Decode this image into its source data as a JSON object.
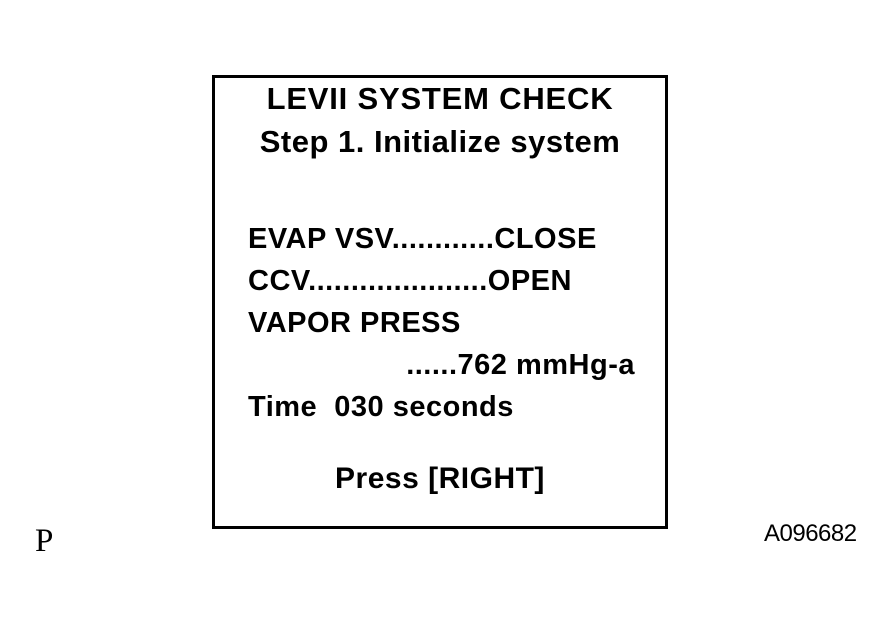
{
  "colors": {
    "text": "#000000",
    "background": "#ffffff",
    "screen_border": "#000000"
  },
  "figure": {
    "page_label": "P",
    "figure_code": "A096682"
  },
  "tester_screen": {
    "title": "LEVII SYSTEM CHECK",
    "step_line": "Step 1. Initialize system",
    "readouts": [
      {
        "label": "EVAP VSV",
        "value": "CLOSE",
        "text": "EVAP VSV............CLOSE"
      },
      {
        "label": "CCV",
        "value": "OPEN",
        "text": "CCV.....................OPEN"
      },
      {
        "label": "VAPOR PRESS",
        "value": "",
        "text": "VAPOR PRESS"
      },
      {
        "label": "",
        "value": "762 mmHg-a",
        "text": "......762 mmHg-a"
      },
      {
        "label": "Time",
        "value": "030 seconds",
        "text": "Time  030 seconds"
      }
    ],
    "prompt": "Press [RIGHT]"
  }
}
